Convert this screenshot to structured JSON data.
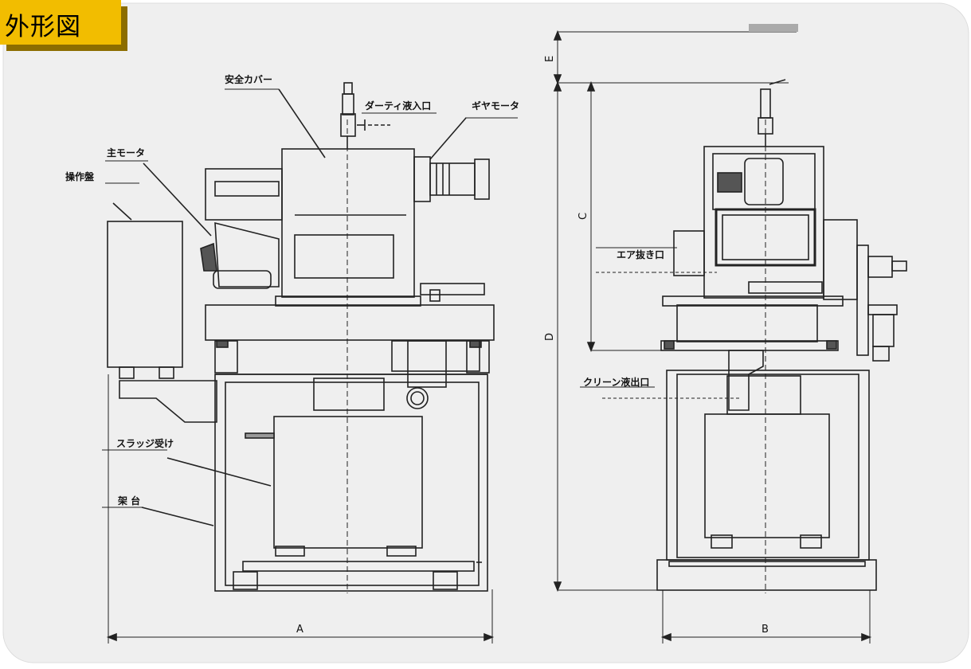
{
  "title": "外形図",
  "side_view": {
    "labels": {
      "safety_cover": "安全カバー",
      "dirty_inlet": "ダーティ液入口",
      "gear_motor": "ギヤモータ",
      "main_motor": "主モータ",
      "control_panel": "操作盤",
      "sludge_receiver": "スラッジ受け",
      "stand": "架 台"
    },
    "dimensions": {
      "width": "A"
    }
  },
  "front_view": {
    "labels": {
      "air_vent": "エア抜き口",
      "clean_outlet": "クリーン液出口"
    },
    "dimensions": {
      "width": "B",
      "upper_height": "C",
      "total_height": "D",
      "clearance": "E"
    }
  },
  "colors": {
    "tab": "#f2bd00",
    "tab_shadow": "#8c6d00",
    "panel_bg": "#efefef",
    "line": "#222222"
  }
}
